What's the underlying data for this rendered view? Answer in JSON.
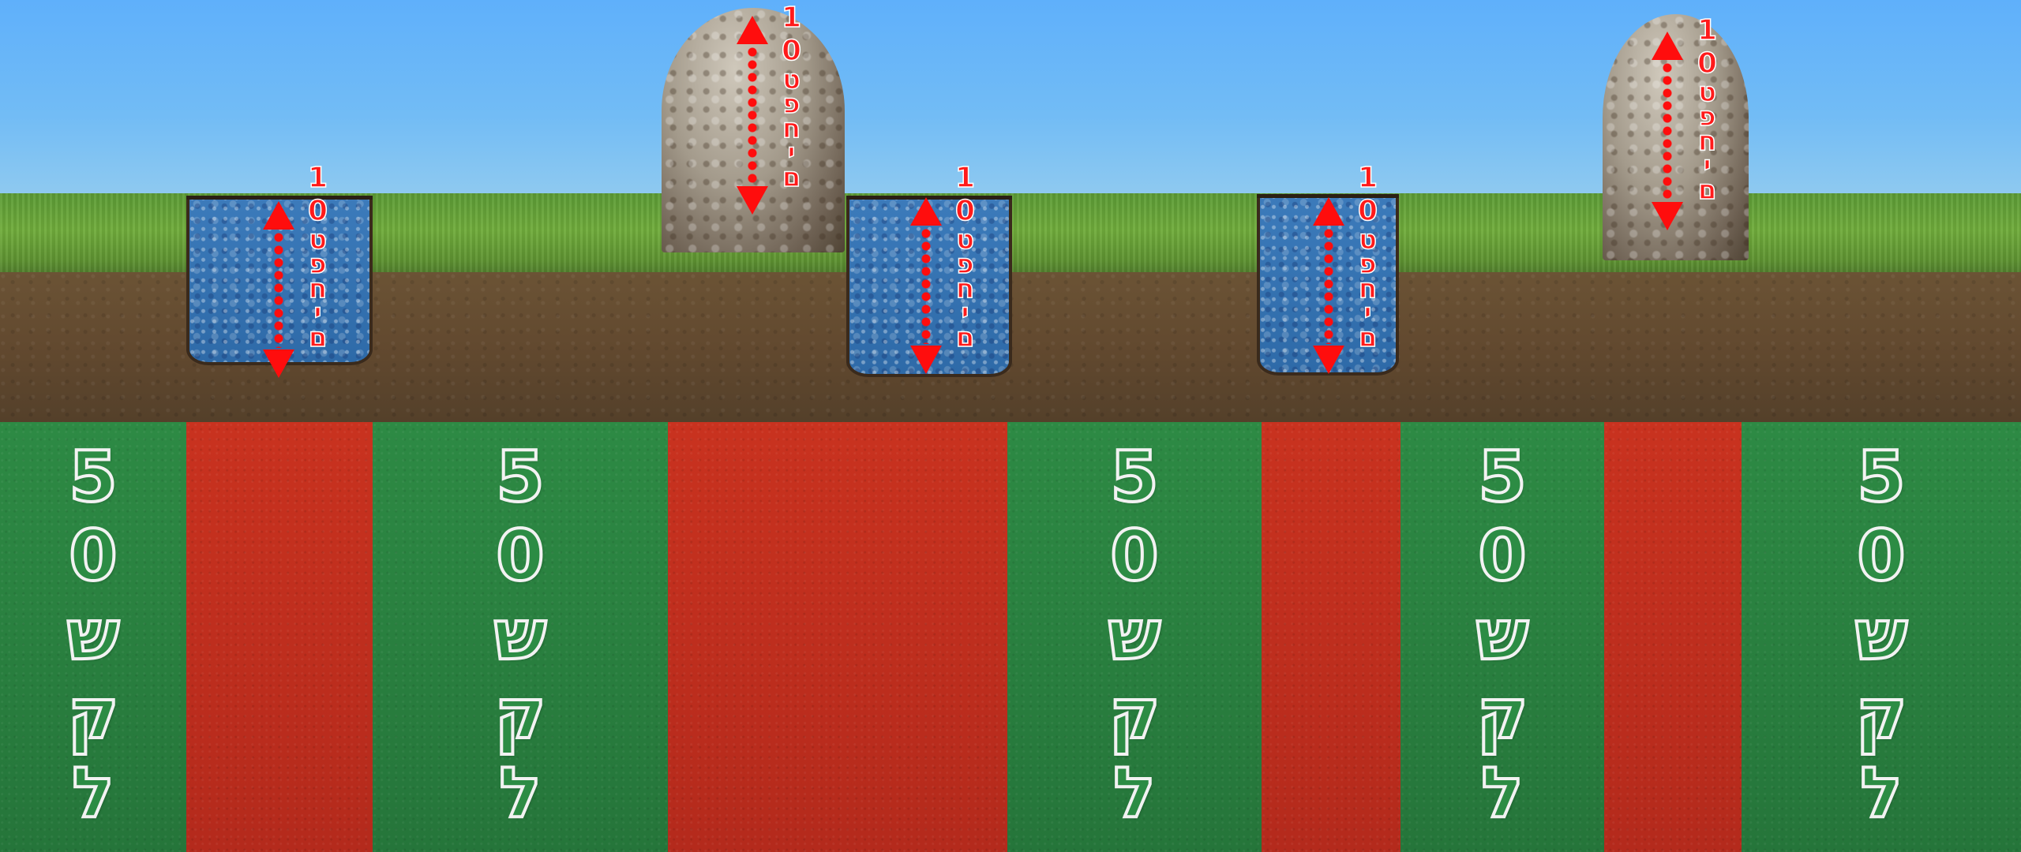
{
  "scene": {
    "sky_color": "#6fb5f5",
    "grass_color": "#6aa83a",
    "soil_color": "#62492f",
    "green_color": "#2d8a44",
    "red_color": "#c5301e",
    "arrow_color": "#ff0d0d"
  },
  "measure": {
    "digits": [
      "1",
      "0"
    ],
    "letters": [
      "ט",
      "פ",
      "ח",
      "י",
      "ם"
    ]
  },
  "price": {
    "digits": [
      "5",
      "0"
    ],
    "letters": [
      "ש",
      "ק",
      "ל"
    ]
  },
  "bands": [
    "green",
    "red",
    "green",
    "red",
    "green",
    "red",
    "green",
    "red",
    "green"
  ],
  "objects": [
    "pit",
    "rock",
    "pit",
    "pit",
    "rock"
  ]
}
